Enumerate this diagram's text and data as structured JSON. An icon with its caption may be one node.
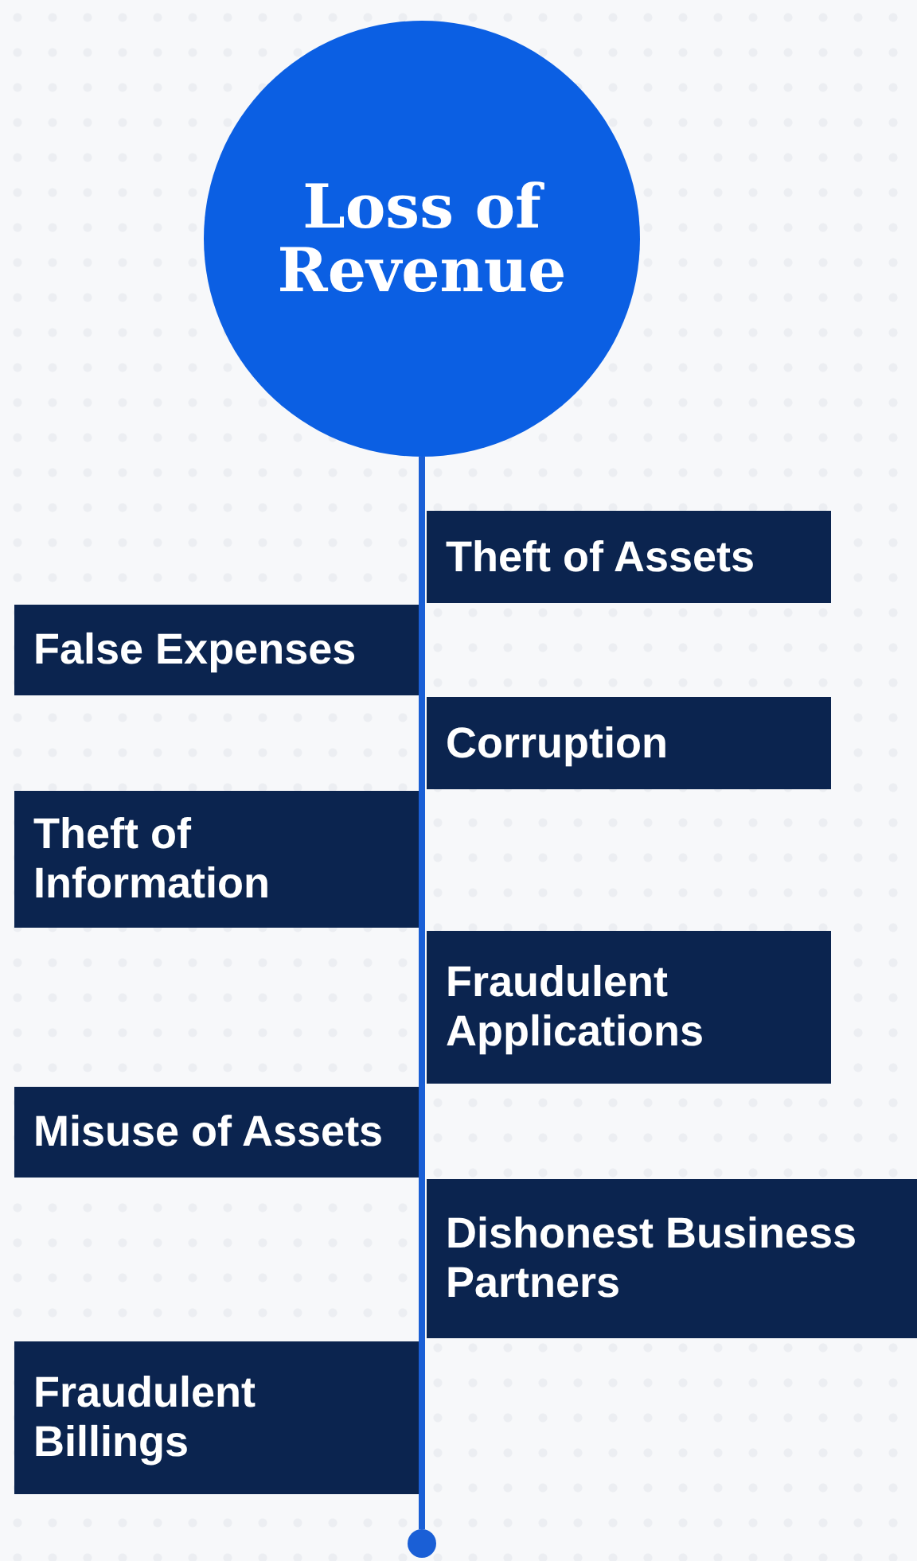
{
  "diagram": {
    "nodes": [
      {
        "text": [
          "Loss of Revenue"
        ]
      },
      {
        "text": [
          "Theft of Assets"
        ]
      },
      {
        "text": [
          "False Expenses"
        ]
      },
      {
        "text": [
          "Corruption"
        ]
      },
      {
        "text": [
          "Theft of Information"
        ]
      },
      {
        "text": [
          "Fraudulent Applications"
        ]
      },
      {
        "text": [
          "Misuse of Assets"
        ]
      },
      {
        "text": [
          "Dishonest Business Partners"
        ]
      },
      {
        "text": [
          "Fraudulent Billings"
        ]
      },
      {
        "text": [],
        "shape": "circle"
      }
    ],
    "edges": [
      {
        "from": 0,
        "to": 9,
        "arrow": "none"
      }
    ]
  }
}
